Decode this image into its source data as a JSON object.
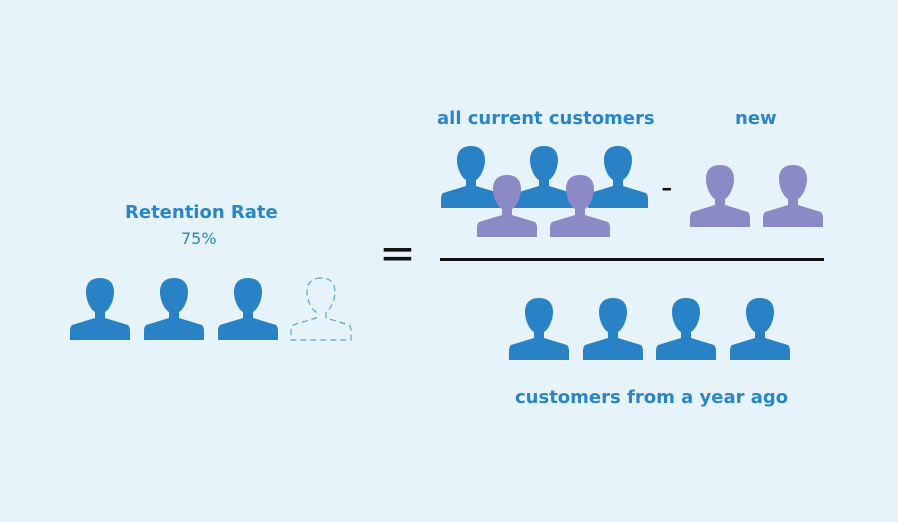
{
  "retention": {
    "title": "Retention Rate",
    "value": "75%"
  },
  "numerator": {
    "current_label": "all current customers",
    "new_label": "new"
  },
  "denominator": {
    "label": "customers from a year ago"
  },
  "symbols": {
    "equals": "=",
    "minus": "-"
  },
  "colors": {
    "background": "#e7f3fb",
    "retained_customer": "#2a82c6",
    "new_customer": "#8b8ac6",
    "lost_customer_outline": "#5aa4d8",
    "label_text": "#2a86c8",
    "operator": "#111111"
  },
  "icons": {
    "customer": "person-icon",
    "lost_customer": "person-outline-icon"
  }
}
